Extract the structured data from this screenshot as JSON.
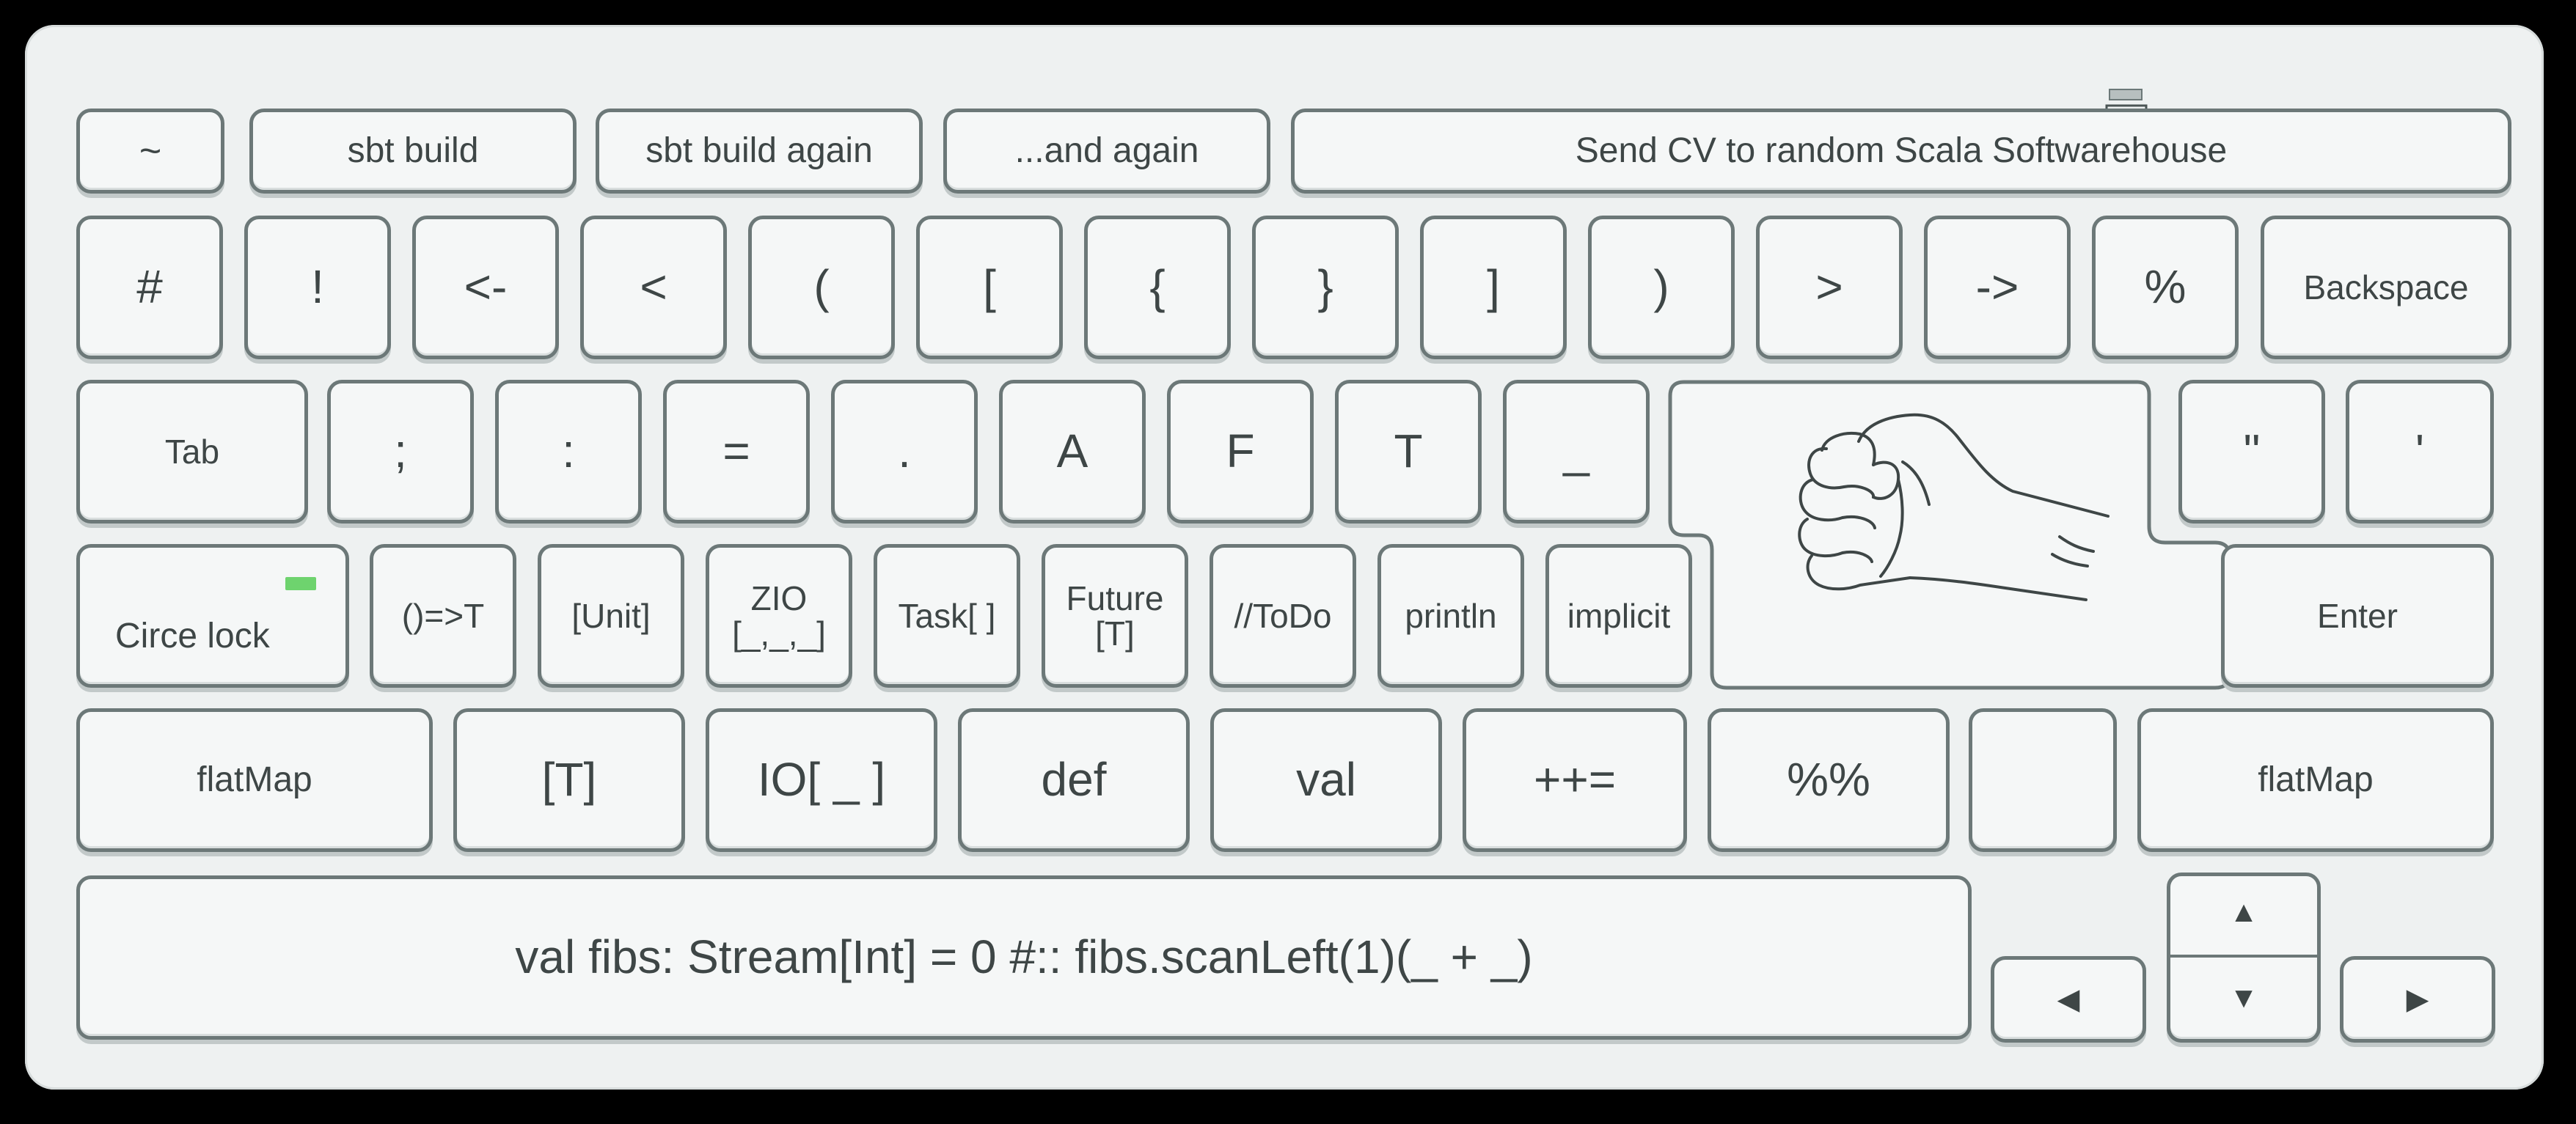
{
  "keyboard": {
    "row_fn": {
      "tilde": "~",
      "sbt_build": "sbt build",
      "sbt_build_again": "sbt build again",
      "and_again": "...and again",
      "send_cv": "Send CV to random Scala Softwarehouse"
    },
    "row_num": [
      "#",
      "!",
      "<-",
      "<",
      "(",
      "[",
      "{",
      "}",
      "]",
      ")",
      ">",
      "->",
      "%"
    ],
    "backspace": "Backspace",
    "tab": "Tab",
    "row_tab": [
      ";",
      ":",
      "=",
      ".",
      "A",
      "F",
      "T",
      "_"
    ],
    "quote_double": "\"",
    "quote_single": "'",
    "circe_lock": "Circe lock",
    "row_caps": [
      {
        "lines": [
          "()=>T"
        ]
      },
      {
        "lines": [
          "[Unit]"
        ]
      },
      {
        "lines": [
          "ZIO",
          "[_,_,_]"
        ]
      },
      {
        "lines": [
          "Task[ ]"
        ]
      },
      {
        "lines": [
          "Future",
          "[T]"
        ]
      },
      {
        "lines": [
          "//ToDo"
        ]
      },
      {
        "lines": [
          "println"
        ]
      },
      {
        "lines": [
          "implicit"
        ]
      }
    ],
    "enter": "Enter",
    "flatmap_left": "flatMap",
    "row_shift": [
      "[T]",
      "IO[ _ ]",
      "def",
      "val",
      "++=",
      "%%",
      ""
    ],
    "flatmap_right": "flatMap",
    "spacebar": "val fibs: Stream[Int] = 0 #:: fibs.scanLeft(1)(_ + _)",
    "arrows": {
      "up": "▲",
      "down": "▼",
      "left": "◀",
      "right": "▶"
    },
    "fist_icon": "fist-icon",
    "caps_led_color": "#6ed36e"
  }
}
